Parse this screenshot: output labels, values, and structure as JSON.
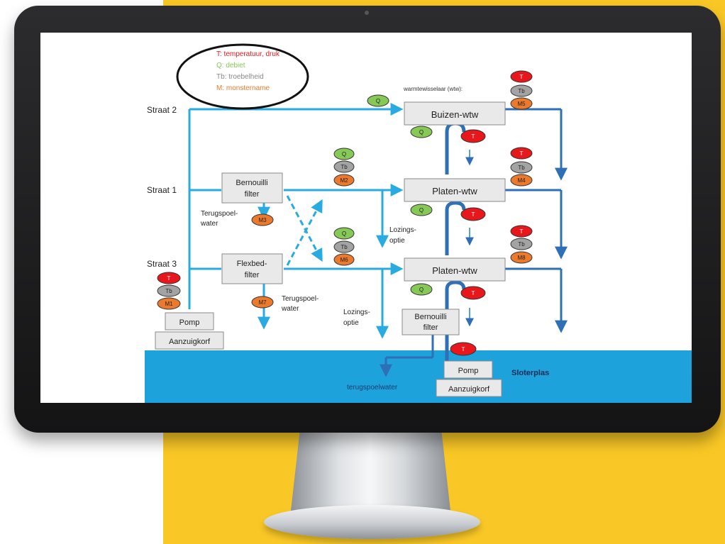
{
  "legend": {
    "line1": "T: temperatuur, druk",
    "line2": "Q: debiet",
    "line3": "Tb: troebelheid",
    "line4": "M: monstername"
  },
  "heat_exchanger_header": "warmtewisselaar (wtw):",
  "streets": {
    "s2": "Straat 2",
    "s1": "Straat 1",
    "s3": "Straat 3"
  },
  "boxes": {
    "buizen": "Buizen-wtw",
    "platen1": "Platen-wtw",
    "platen2": "Platen-wtw",
    "bernouilli1_l1": "Bernouilli",
    "bernouilli1_l2": "filter",
    "flexbed_l1": "Flexbed-",
    "flexbed_l2": "filter",
    "bernouilli2_l1": "Bernouilli",
    "bernouilli2_l2": "filter",
    "pomp1": "Pomp",
    "aanzuig1": "Aanzuigkorf",
    "pomp2": "Pomp",
    "aanzuig2": "Aanzuigkorf"
  },
  "labels": {
    "terugspoel1_l1": "Terugspoel-",
    "terugspoel1_l2": "water",
    "terugspoel2_l1": "Terugspoel-",
    "terugspoel2_l2": "water",
    "lozings1_l1": "Lozings-",
    "lozings1_l2": "optie",
    "lozings2_l1": "Lozings-",
    "lozings2_l2": "optie",
    "terugspoelwater": "terugspoelwater",
    "sloterplas": "Sloterplas"
  },
  "sensors": {
    "q_top": "Q",
    "q_buizen": "Q",
    "q_platen1": "Q",
    "q_platen2": "Q",
    "q_m2": "Q",
    "q_m6": "Q",
    "t_m5": "T",
    "t_m4": "T",
    "t_m8": "T",
    "t_m1": "T",
    "t_buizen": "T",
    "t_platen1": "T",
    "t_platen2": "T",
    "t_bottom": "T",
    "tb_m5": "Tb",
    "tb_m4": "Tb",
    "tb_m8": "Tb",
    "tb_m1": "Tb",
    "tb_m2": "Tb",
    "tb_m6": "Tb",
    "m5": "M5",
    "m4": "M4",
    "m8": "M8",
    "m1": "M1",
    "m2": "M2",
    "m3": "M3",
    "m6": "M6",
    "m7": "M7"
  },
  "colors": {
    "temperature": "#e8171b",
    "flow": "#86c956",
    "turbidity": "#a3a3a3",
    "sampling": "#ec7a2c",
    "line_light_blue": "#29abe2",
    "line_dark_blue": "#2e6fb5",
    "water": "#1ea2dc",
    "background_yellow": "#fac826"
  }
}
